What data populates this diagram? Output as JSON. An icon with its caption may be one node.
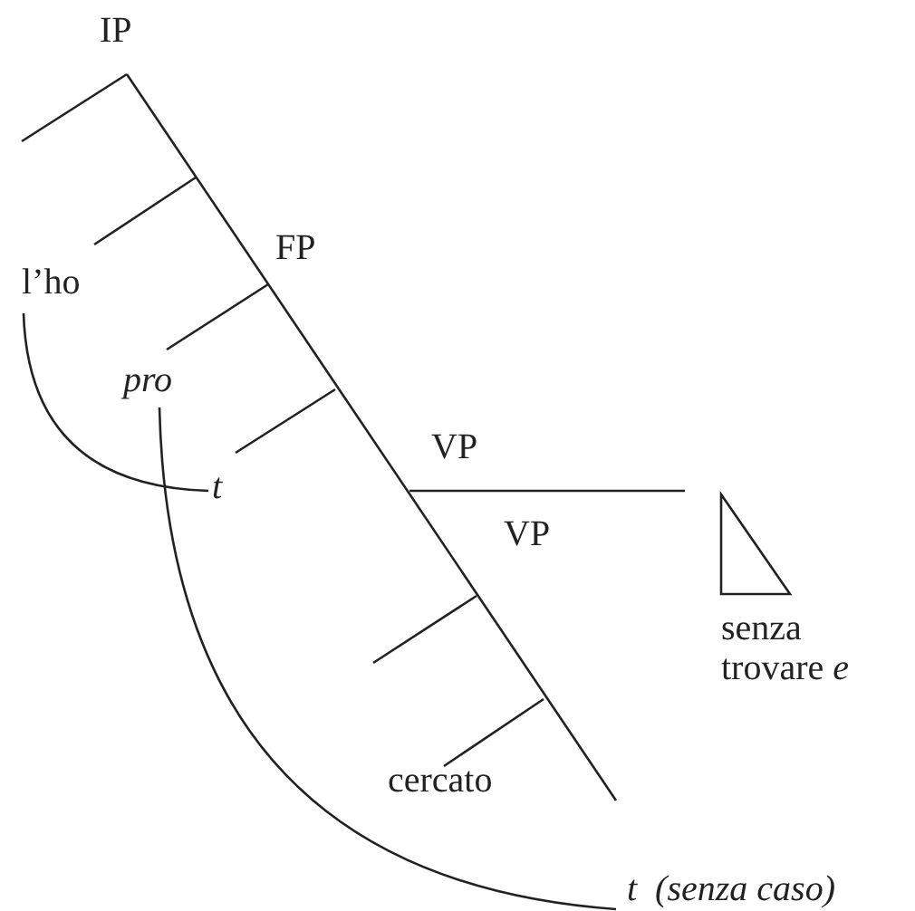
{
  "diagram": {
    "nodes": [
      {
        "text": [
          "l’ho"
        ]
      },
      {
        "text": [
          "pro"
        ]
      },
      {
        "text": [
          "t"
        ]
      },
      {
        "text": [
          "t  (senza caso)"
        ]
      }
    ],
    "edges": [
      {
        "from": 0,
        "to": 2,
        "arrow": "none"
      },
      {
        "from": 1,
        "to": 3,
        "arrow": "none"
      }
    ],
    "labels": [
      "IP",
      "FP",
      "VP",
      "VP",
      "senza trovare *e*",
      "cercato"
    ]
  }
}
